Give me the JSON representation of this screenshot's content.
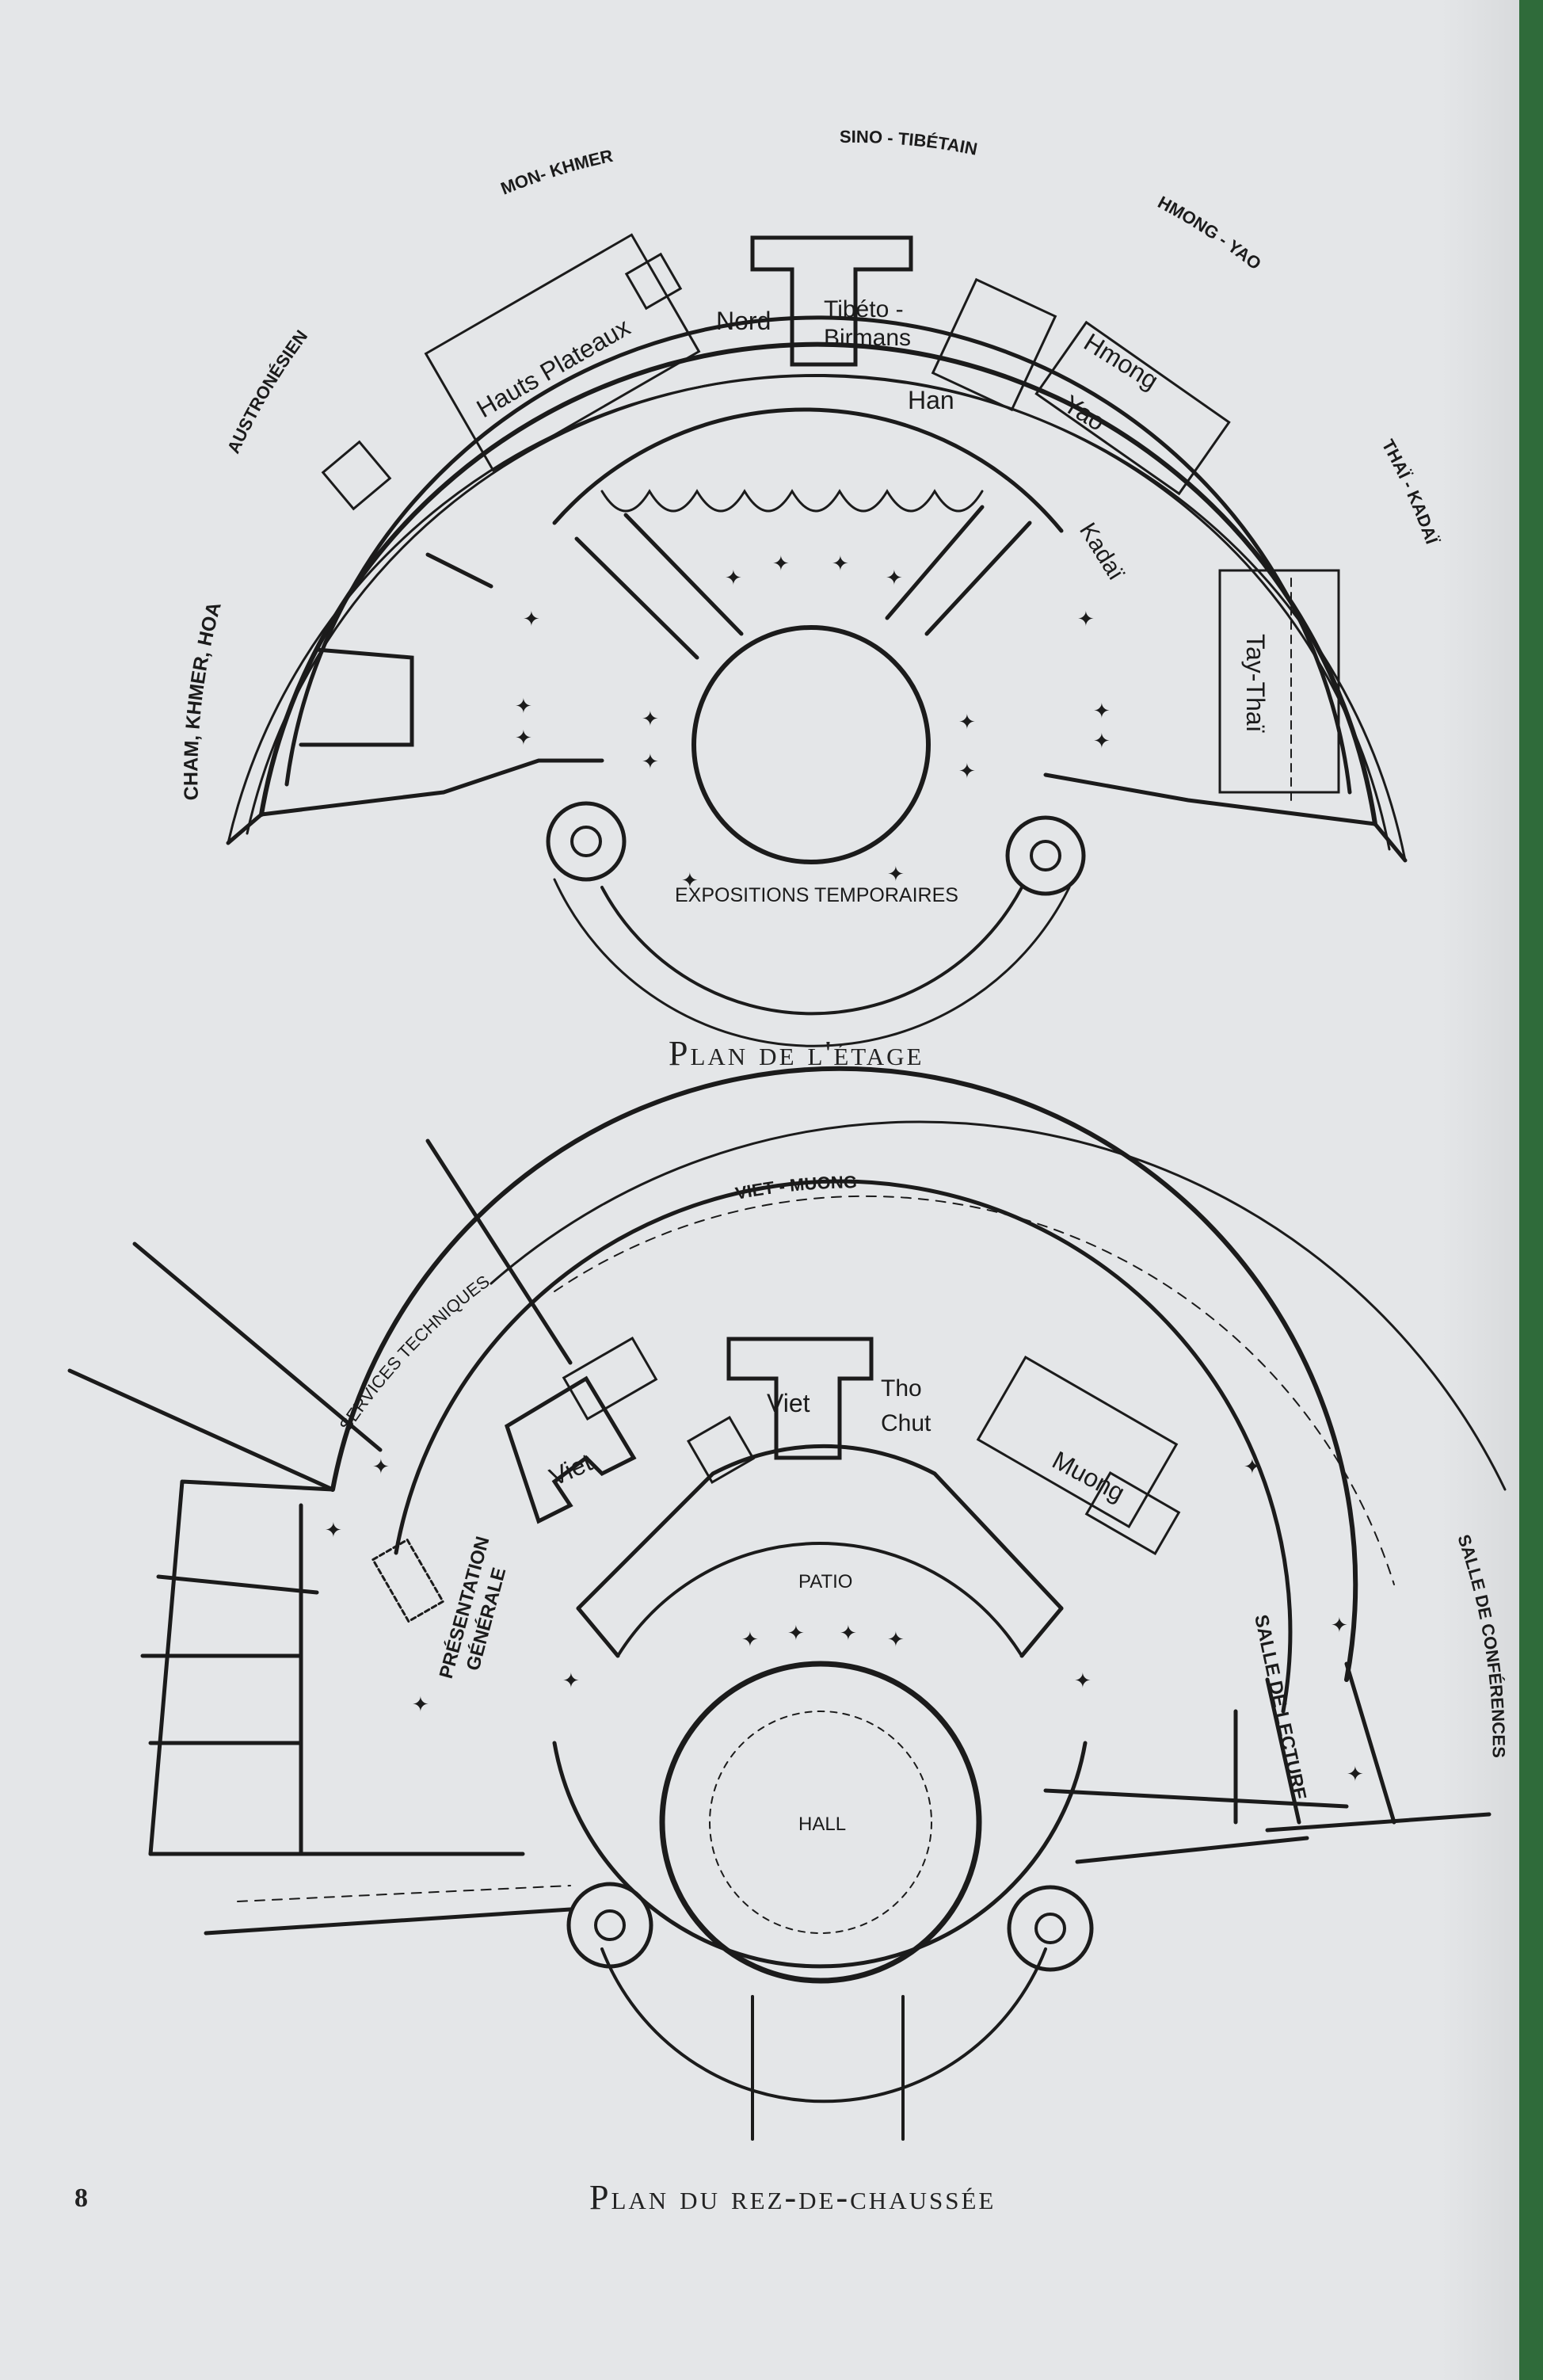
{
  "page_number": "8",
  "upper_plan": {
    "title": "Plan de l'étage",
    "families": {
      "cham": "CHAM, KHMER, HOA",
      "austro": "AUSTRONÉSIEN",
      "mon": "MON- KHMER",
      "sino": "SINO - TIBÉTAIN",
      "hmong_yao": "HMONG - YAO",
      "thai": "THAÏ - KADAÏ"
    },
    "rooms": {
      "hauts": "Hauts Plateaux",
      "nord": "Nord",
      "tibeto1": "Tibéto -",
      "tibeto2": "Birmans",
      "han": "Han",
      "hmong": "Hmong",
      "yao": "Yao",
      "kadai": "Kadaï",
      "taythai": "Tay-Thaï",
      "expo": "EXPOSITIONS TEMPORAIRES"
    }
  },
  "lower_plan": {
    "title": "Plan du rez-de-chaussée",
    "labels": {
      "viet_muong": "VIET - MUONG",
      "services": "SERVICES TECHNIQUES",
      "viet_left": "Viet",
      "viet_mid": "Viet",
      "tho": "Tho",
      "chut": "Chut",
      "muong": "Muong",
      "patio": "PATIO",
      "hall": "HALL",
      "presentation1": "PRÉSENTATION",
      "presentation2": "GÉNÉRALE",
      "salle_lecture": "SALLE DE LECTURE",
      "salle_conf": "SALLE DE CONFÉRENCES"
    }
  },
  "colors": {
    "paper": "#e4e6e8",
    "ink": "#1b1b1b",
    "backdrop": "#2f6b3a"
  }
}
